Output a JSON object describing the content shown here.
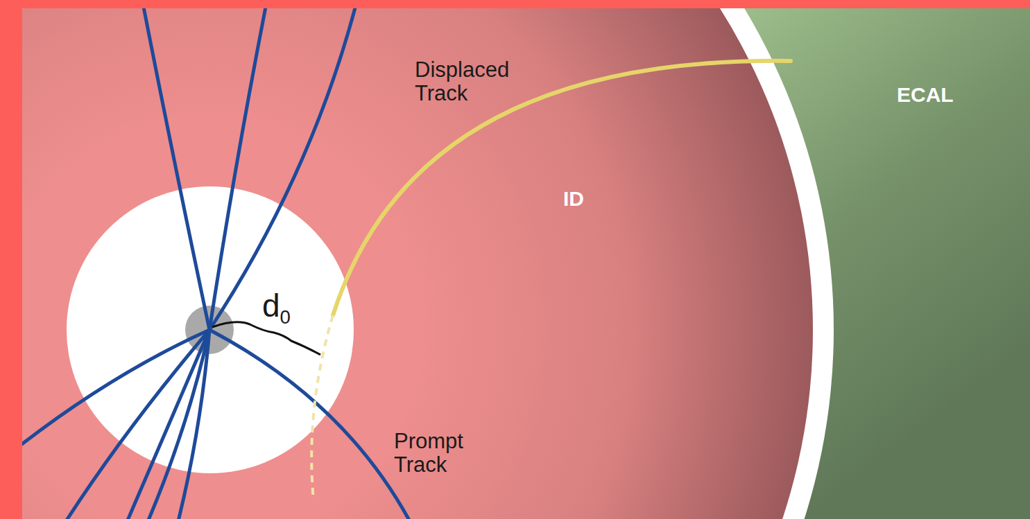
{
  "diagram": {
    "labels": [
      "Displaced Track",
      "ID",
      "ECAL",
      "Prompt Track",
      "d0"
    ]
  }
}
